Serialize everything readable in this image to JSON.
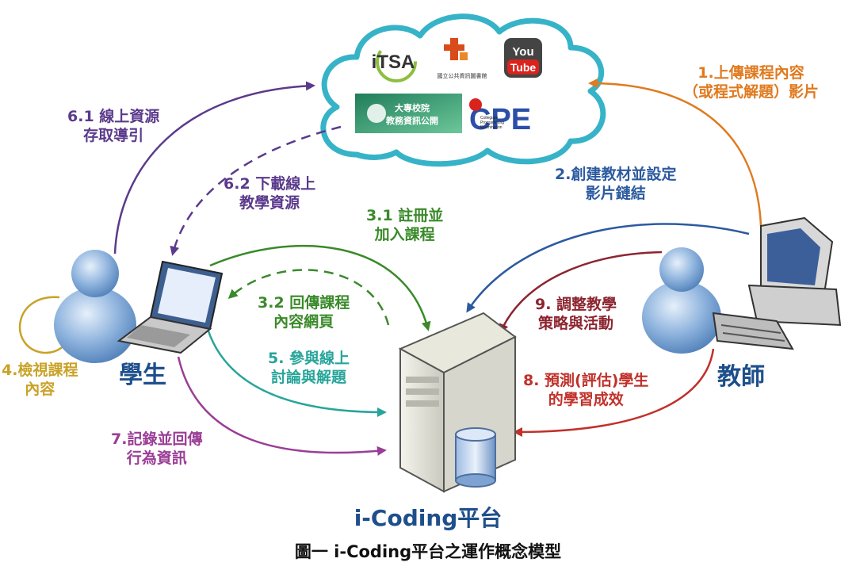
{
  "cloud": {
    "logos": {
      "itsa": "iTSA",
      "ntl_subtitle": "國立公共資訊圖書館",
      "youtube_top": "You",
      "youtube_bottom": "Tube",
      "moe_line1": "大專校院",
      "moe_line2": "教務資訊公開",
      "cpe": "CPE",
      "cpe_sub1": "Collegiate",
      "cpe_sub2": "Programming",
      "cpe_sub3": "Examination"
    }
  },
  "actors": {
    "student": "學生",
    "teacher": "教師",
    "platform": "i-Coding平台"
  },
  "labels": {
    "l1": [
      "1.上傳課程內容",
      "（或程式解題）影片"
    ],
    "l2": [
      "2.創建教材並設定",
      "影片鏈結"
    ],
    "l3_1": [
      "3.1 註冊並",
      "加入課程"
    ],
    "l3_2": [
      "3.2 回傳課程",
      "內容網頁"
    ],
    "l4": [
      "4.檢視課程",
      "內容"
    ],
    "l5": [
      "5. 參與線上",
      "討論與解題"
    ],
    "l6_1": [
      "6.1 線上資源",
      "存取導引"
    ],
    "l6_2": [
      "6.2 下載線上",
      "教學資源"
    ],
    "l7": [
      "7.記錄並回傳",
      "行為資訊"
    ],
    "l8": [
      "8. 預測(評估)學生",
      "的學習成效"
    ],
    "l9": [
      "9. 調整教學",
      "策略與活動"
    ]
  },
  "caption": "圖一 i-Coding平台之運作概念模型",
  "colors": {
    "orange": "#e07a1f",
    "blue": "#2c5aa0",
    "purple": "#5b3a8c",
    "green": "#3a8a2a",
    "teal": "#27a59a",
    "gold": "#c9a227",
    "red": "#c0312b",
    "maroon": "#8c2530",
    "magenta": "#9a3d96"
  }
}
